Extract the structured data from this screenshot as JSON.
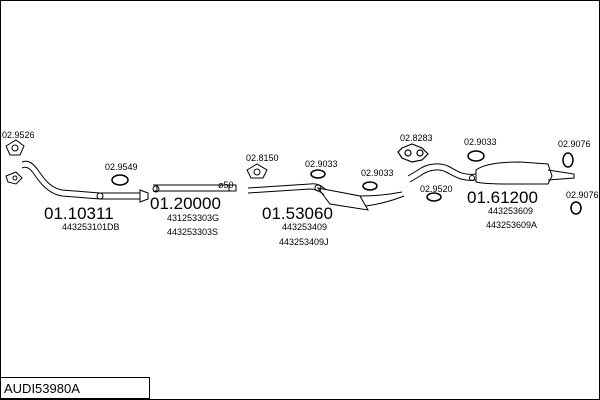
{
  "model_code": "AUDI53980A",
  "groups": [
    {
      "code": "01.10311",
      "oem": [
        "443253101DB"
      ]
    },
    {
      "code": "01.20000",
      "oem": [
        "431253303G",
        "443253303S"
      ]
    },
    {
      "code": "01.53060",
      "oem": [
        "443253409",
        "443253409J"
      ]
    },
    {
      "code": "01.61200",
      "oem": [
        "443253609",
        "443253609A"
      ]
    }
  ],
  "accessories": {
    "gasket_front": "02.9526",
    "clamp_1": "02.9549",
    "clamp_2": "02.8150",
    "clamp_3": "02.9033",
    "clamp_4": "02.9033",
    "mount_1": "02.8283",
    "mount_2": "02.9520",
    "mount_3": "02.9033",
    "rubber_ring_1": "02.9076",
    "rubber_ring_2": "02.9076"
  },
  "pipe_length_label": "ø50"
}
